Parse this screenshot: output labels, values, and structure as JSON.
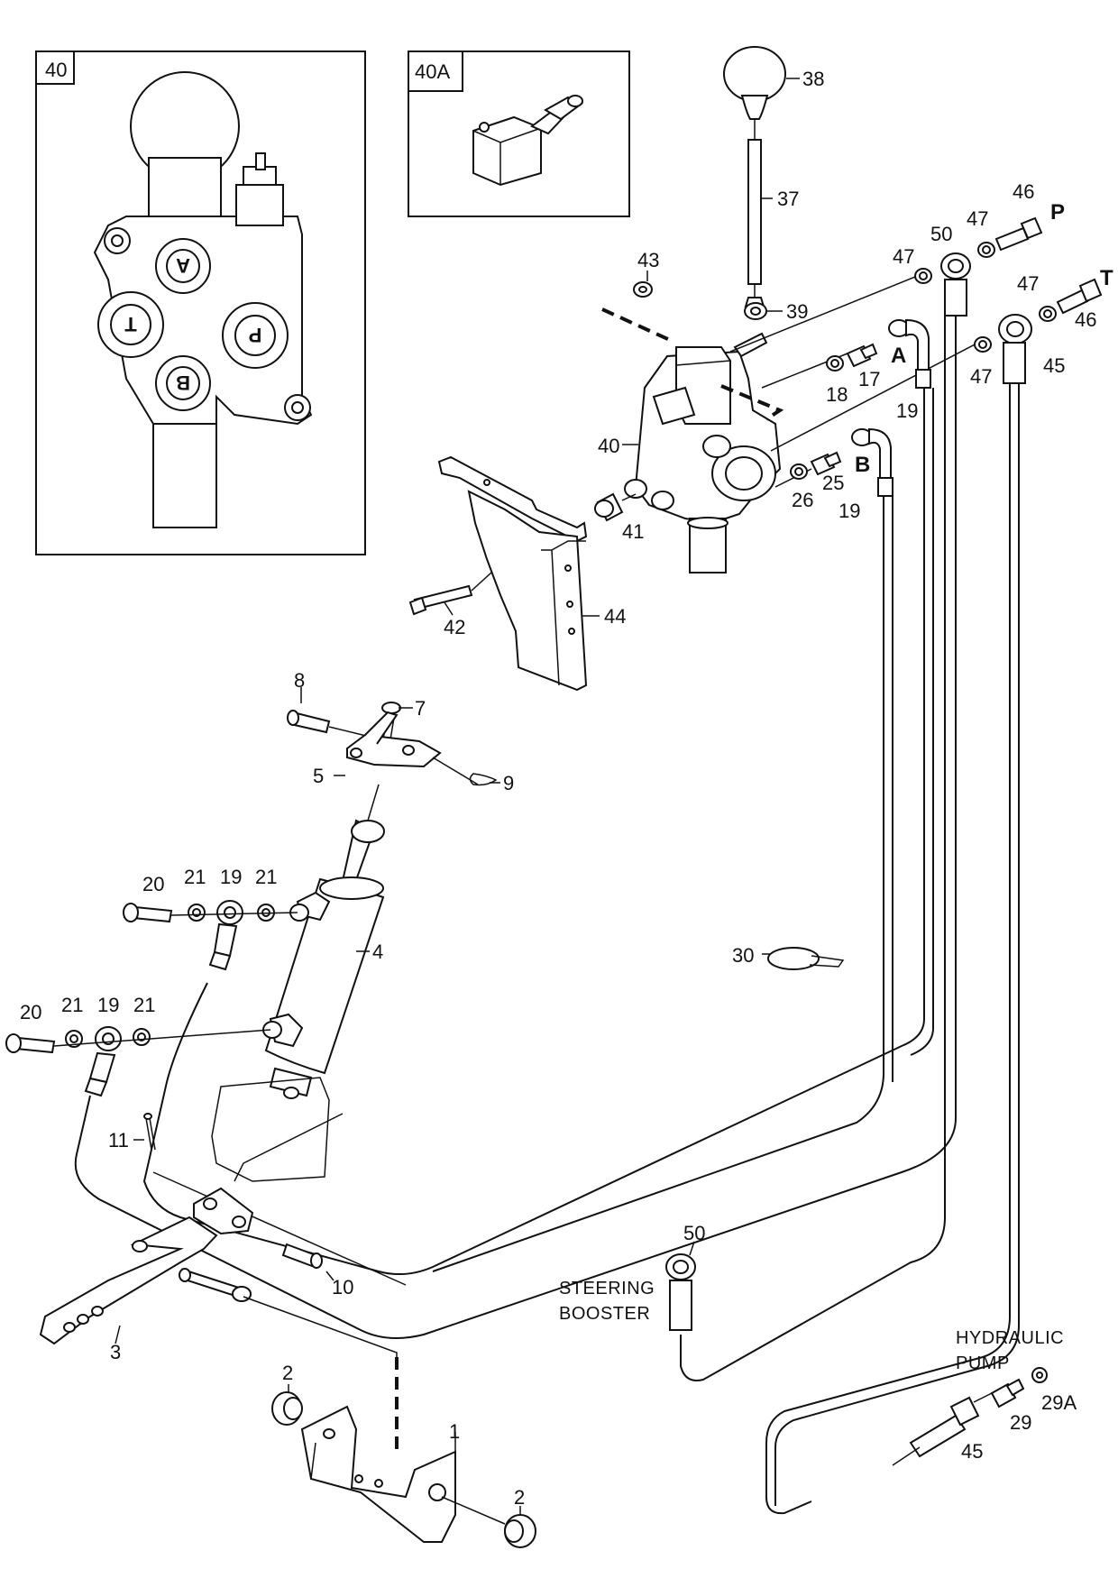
{
  "insets": [
    {
      "id": "40",
      "label": "40",
      "ports": [
        "A",
        "T",
        "P",
        "B"
      ]
    },
    {
      "id": "40A",
      "label": "40A"
    }
  ],
  "ports": {
    "A": "A",
    "B": "B",
    "P": "P",
    "T": "T"
  },
  "callouts": {
    "n1": "1",
    "n2a": "2",
    "n2b": "2",
    "n3": "3",
    "n4": "4",
    "n5": "5",
    "n7": "7",
    "n8": "8",
    "n9": "9",
    "n10": "10",
    "n11": "11",
    "n17": "17",
    "n18": "18",
    "n19a": "19",
    "n19b": "19",
    "n19c": "19",
    "n19d": "19",
    "n20a": "20",
    "n20b": "20",
    "n21a": "21",
    "n21b": "21",
    "n21c": "21",
    "n21d": "21",
    "n25": "25",
    "n26": "26",
    "n29": "29",
    "n29a": "29A",
    "n30": "30",
    "n37": "37",
    "n38": "38",
    "n39": "39",
    "n40": "40",
    "n41": "41",
    "n42": "42",
    "n43": "43",
    "n44": "44",
    "n45a": "45",
    "n45b": "45",
    "n46a": "46",
    "n46b": "46",
    "n47a": "47",
    "n47b": "47",
    "n47c": "47",
    "n47d": "47",
    "n50a": "50",
    "n50b": "50"
  },
  "captions": {
    "steering_line1": "STEERING",
    "steering_line2": "BOOSTER",
    "pump_line1": "HYDRAULIC",
    "pump_line2": "PUMP"
  }
}
